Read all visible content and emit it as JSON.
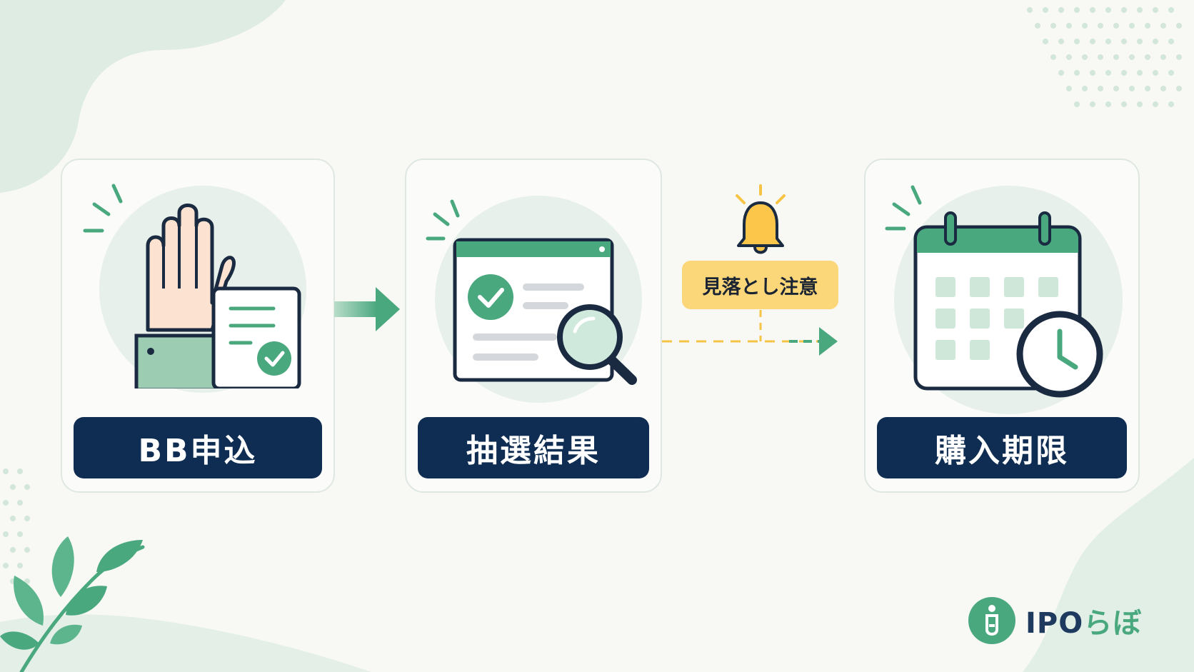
{
  "steps": [
    {
      "label": "BB申込",
      "icon": "raised-hand-icon"
    },
    {
      "label": "抽選結果",
      "icon": "browser-check-search-icon"
    },
    {
      "label": "購入期限",
      "icon": "calendar-clock-icon"
    }
  ],
  "warning": {
    "label": "見落とし注意",
    "icon": "bell-icon"
  },
  "logo": {
    "text_latin": "IPO",
    "text_kana": "らぼ",
    "icon": "test-tube-i-icon"
  },
  "colors": {
    "navy": "#0f2d52",
    "green": "#4aa87f",
    "light_green": "#e7f0ea",
    "yellow": "#fcd77a",
    "background": "#f8f9f5"
  }
}
